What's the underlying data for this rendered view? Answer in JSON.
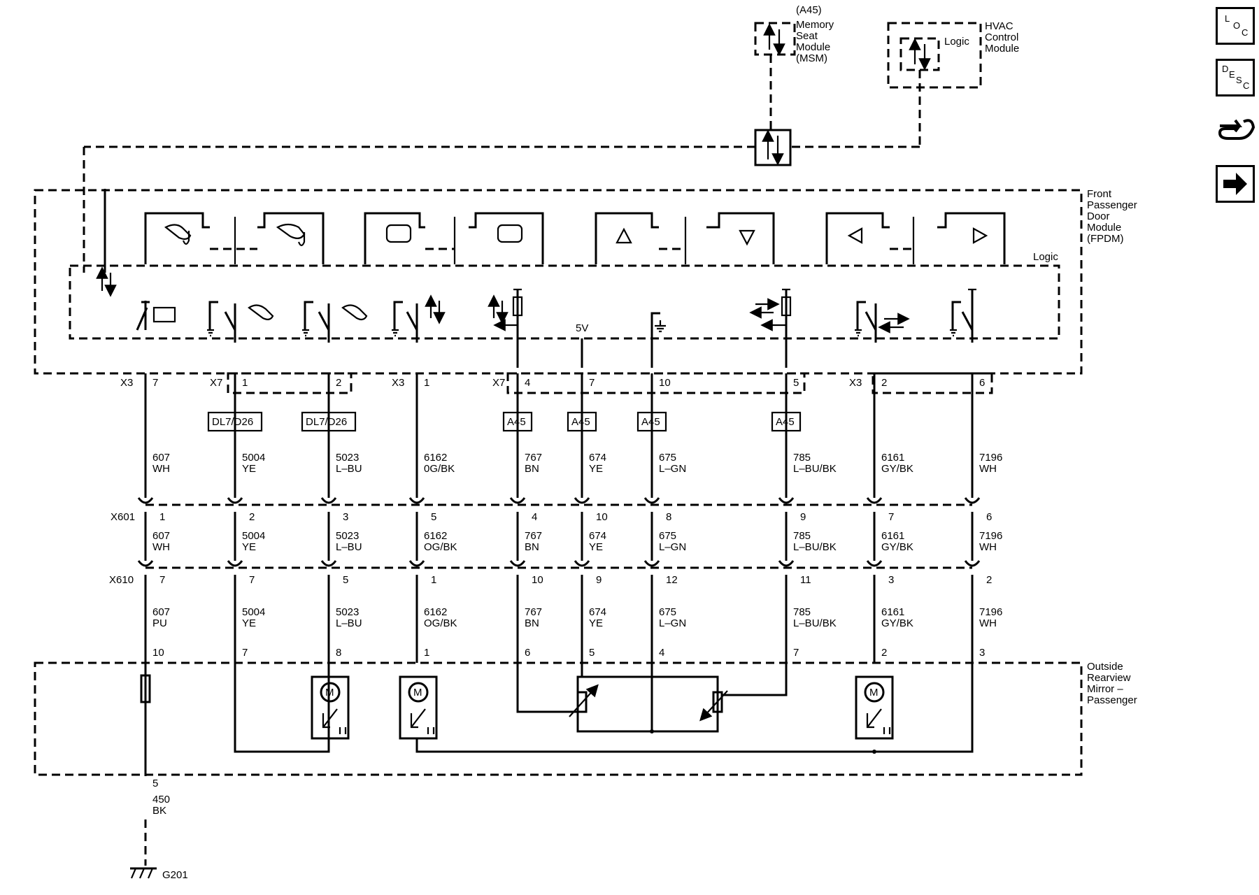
{
  "modules": {
    "msm": {
      "ref": "(A45)",
      "lines": [
        "Memory",
        "Seat",
        "Module",
        "(MSM)"
      ]
    },
    "hvac": {
      "lines": [
        "HVAC",
        "Control",
        "Module"
      ],
      "logic": "Logic"
    },
    "fpdm": {
      "lines": [
        "Front",
        "Passenger",
        "Door",
        "Module",
        "(FPDM)"
      ],
      "logic": "Logic"
    },
    "mirror": {
      "lines": [
        "Outside",
        "Rearview",
        "Mirror –",
        "Passenger"
      ]
    }
  },
  "voltage_label": "5V",
  "ground": {
    "pin": "5",
    "circuit": "450",
    "color": "BK",
    "name": "G201",
    "harness_pin": "10"
  },
  "connectors": {
    "x601": "X601",
    "x610": "X610"
  },
  "wires": [
    {
      "conn": "X3",
      "pin": "7",
      "option": "",
      "c1": "607",
      "col1": "WH",
      "x601": "1",
      "c2": "607",
      "col2": "WH",
      "x610": "7",
      "c3": "607",
      "col3": "PU",
      "mpin": "10"
    },
    {
      "conn": "X7",
      "pin": "1",
      "option": "DL7/D26",
      "c1": "5004",
      "col1": "YE",
      "x601": "2",
      "c2": "5004",
      "col2": "YE",
      "x610": "7",
      "c3": "5004",
      "col3": "YE",
      "mpin": "7"
    },
    {
      "conn": "",
      "pin": "2",
      "option": "DL7/D26",
      "c1": "5023",
      "col1": "L–BU",
      "x601": "3",
      "c2": "5023",
      "col2": "L–BU",
      "x610": "5",
      "c3": "5023",
      "col3": "L–BU",
      "mpin": "8"
    },
    {
      "conn": "X3",
      "pin": "1",
      "option": "",
      "c1": "6162",
      "col1": "0G/BK",
      "x601": "5",
      "c2": "6162",
      "col2": "OG/BK",
      "x610": "1",
      "c3": "6162",
      "col3": "OG/BK",
      "mpin": "1"
    },
    {
      "conn": "X7",
      "pin": "4",
      "option": "A45",
      "c1": "767",
      "col1": "BN",
      "x601": "4",
      "c2": "767",
      "col2": "BN",
      "x610": "10",
      "c3": "767",
      "col3": "BN",
      "mpin": "6"
    },
    {
      "conn": "",
      "pin": "7",
      "option": "A45",
      "c1": "674",
      "col1": "YE",
      "x601": "10",
      "c2": "674",
      "col2": "YE",
      "x610": "9",
      "c3": "674",
      "col3": "YE",
      "mpin": "5"
    },
    {
      "conn": "",
      "pin": "10",
      "option": "A45",
      "c1": "675",
      "col1": "L–GN",
      "x601": "8",
      "c2": "675",
      "col2": "L–GN",
      "x610": "12",
      "c3": "675",
      "col3": "L–GN",
      "mpin": "4"
    },
    {
      "conn": "",
      "pin": "5",
      "option": "A45",
      "c1": "785",
      "col1": "L–BU/BK",
      "x601": "9",
      "c2": "785",
      "col2": "L–BU/BK",
      "x610": "11",
      "c3": "785",
      "col3": "L–BU/BK",
      "mpin": "7"
    },
    {
      "conn": "X3",
      "pin": "2",
      "option": "",
      "c1": "6161",
      "col1": "GY/BK",
      "x601": "7",
      "c2": "6161",
      "col2": "GY/BK",
      "x610": "3",
      "c3": "6161",
      "col3": "GY/BK",
      "mpin": "2"
    },
    {
      "conn": "",
      "pin": "6",
      "option": "",
      "c1": "7196",
      "col1": "WH",
      "x601": "6",
      "c2": "7196",
      "col2": "WH",
      "x610": "2",
      "c3": "7196",
      "col3": "WH",
      "mpin": "3"
    }
  ],
  "motor_label": "M",
  "side_buttons": [
    {
      "name": "location-button",
      "icon": "loc-icon",
      "letters": [
        "L",
        "O",
        "C"
      ]
    },
    {
      "name": "description-button",
      "icon": "desc-icon",
      "letters": [
        "D",
        "E",
        "S",
        "C"
      ]
    },
    {
      "name": "connector-info-button",
      "icon": "connector-hand-icon",
      "letters": []
    },
    {
      "name": "next-page-button",
      "icon": "right-arrow-icon",
      "letters": []
    }
  ]
}
